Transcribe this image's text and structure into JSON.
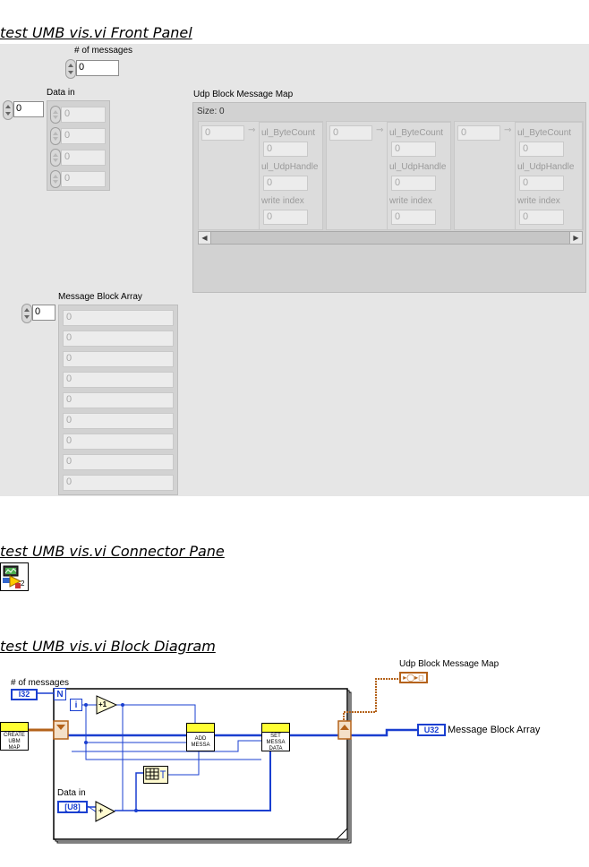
{
  "front_panel": {
    "title": "test  UMB  vis.vi Front Panel",
    "num_messages": {
      "label": "# of messages",
      "value": "0"
    },
    "data_in": {
      "label": "Data in",
      "index": "0",
      "values": [
        "0",
        "0",
        "0",
        "0"
      ]
    },
    "udp_map": {
      "label": "Udp Block Message Map",
      "size_text": "Size: 0",
      "entries": [
        {
          "key": "0",
          "fields": [
            "ul_ByteCount",
            "ul_UdpHandle",
            "write index"
          ],
          "values": [
            "0",
            "0",
            "0"
          ]
        },
        {
          "key": "0",
          "fields": [
            "ul_ByteCount",
            "ul_UdpHandle",
            "write index"
          ],
          "values": [
            "0",
            "0",
            "0"
          ]
        },
        {
          "key": "0",
          "fields": [
            "ul_ByteCount",
            "ul_UdpHandle",
            "write index"
          ],
          "values": [
            "0",
            "0",
            "0"
          ]
        }
      ]
    },
    "message_block_array": {
      "label": "Message Block Array",
      "index": "0",
      "values": [
        "0",
        "0",
        "0",
        "0",
        "0",
        "0",
        "0",
        "0",
        "0"
      ]
    }
  },
  "connector_pane": {
    "title": "test  UMB  vis.vi Connector Pane",
    "icon_number": "2"
  },
  "block_diagram": {
    "title": "test  UMB  vis.vi Block Diagram",
    "num_messages_label": "# of messages",
    "num_messages_term": "I32",
    "data_in_label": "Data in",
    "data_in_term": "[U8]",
    "loop_count": "N",
    "loop_index": "i",
    "increment": "+1",
    "add": "+",
    "create_vi": [
      "CREATE",
      "UBM",
      "MAP"
    ],
    "add_vi": [
      "ADD",
      "MESSA"
    ],
    "set_vi": [
      "SET",
      "MESSA",
      "DATA"
    ],
    "udp_map_label": "Udp Block Message Map",
    "msg_array_label": "Message Block Array",
    "msg_array_term": "U32"
  }
}
